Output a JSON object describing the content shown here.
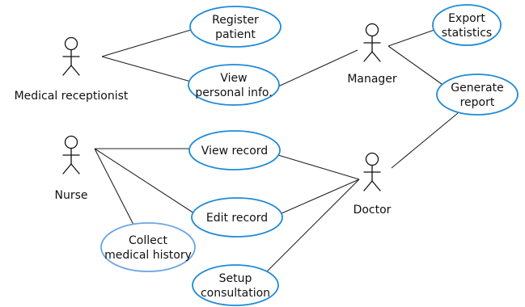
{
  "colors": {
    "usecase_stroke": "#1f8ad6",
    "usecase_stroke_highlight": "#6aa4e6",
    "usecase_fill": "#ffffff",
    "line": "#222222",
    "text": "#111111"
  },
  "actors": [
    {
      "id": "receptionist",
      "label": "Medical receptionist"
    },
    {
      "id": "nurse",
      "label": "Nurse"
    },
    {
      "id": "manager",
      "label": "Manager"
    },
    {
      "id": "doctor",
      "label": "Doctor"
    }
  ],
  "use_cases": [
    {
      "id": "register",
      "lines": [
        "Register",
        "patient"
      ]
    },
    {
      "id": "viewinfo",
      "lines": [
        "View",
        "personal info."
      ]
    },
    {
      "id": "export",
      "lines": [
        "Export",
        "statistics"
      ]
    },
    {
      "id": "generate",
      "lines": [
        "Generate",
        "report"
      ]
    },
    {
      "id": "viewrecord",
      "lines": [
        "View record"
      ]
    },
    {
      "id": "editrecord",
      "lines": [
        "Edit record"
      ]
    },
    {
      "id": "collect",
      "lines": [
        "Collect",
        "medical history"
      ]
    },
    {
      "id": "setup",
      "lines": [
        "Setup",
        "consultation"
      ]
    }
  ],
  "associations": [
    {
      "actor": "receptionist",
      "use_case": "register"
    },
    {
      "actor": "receptionist",
      "use_case": "viewinfo"
    },
    {
      "actor": "manager",
      "use_case": "viewinfo"
    },
    {
      "actor": "manager",
      "use_case": "export"
    },
    {
      "actor": "manager",
      "use_case": "generate"
    },
    {
      "actor": "nurse",
      "use_case": "viewrecord"
    },
    {
      "actor": "nurse",
      "use_case": "editrecord"
    },
    {
      "actor": "nurse",
      "use_case": "collect"
    },
    {
      "actor": "doctor",
      "use_case": "viewrecord"
    },
    {
      "actor": "doctor",
      "use_case": "editrecord"
    },
    {
      "actor": "doctor",
      "use_case": "setup"
    },
    {
      "actor": "doctor",
      "use_case": "generate"
    }
  ]
}
